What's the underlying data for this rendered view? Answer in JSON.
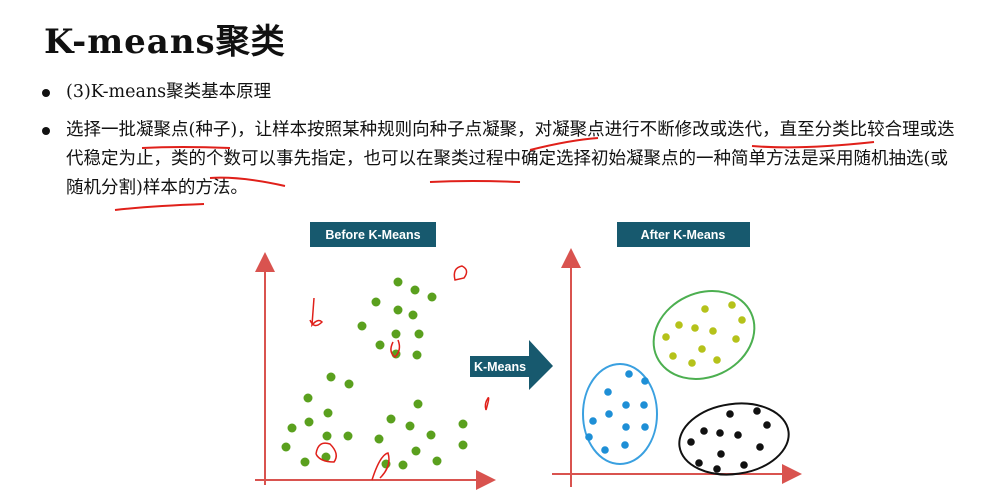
{
  "title": "K-means聚类",
  "bullets": [
    "(3)K-means聚类基本原理",
    "选择一批凝聚点(种子)，让样本按照某种规则向种子点凝聚，对凝聚点进行不断修改或迭代，直至分类比较合理或迭代稳定为止，类的个数可以事先指定，也可以在聚类过程中确定选择初始凝聚点的一种简单方法是采用随机抽选(或随机分割)样本的方法。"
  ],
  "figure": {
    "before_label": "Before K-Means",
    "after_label": "After K-Means",
    "arrow_label": "K-Means",
    "colors": {
      "label_bg": "#17596e",
      "axis": "#d9534f",
      "points_before": "#5aa01e",
      "cluster_yellow": "#b5c21a",
      "cluster_blue": "#1e8fd6",
      "cluster_black": "#111111",
      "ellipse_green": "#4caf50",
      "ellipse_blue": "#3aa0e0",
      "annotation": "#e0201a"
    }
  }
}
